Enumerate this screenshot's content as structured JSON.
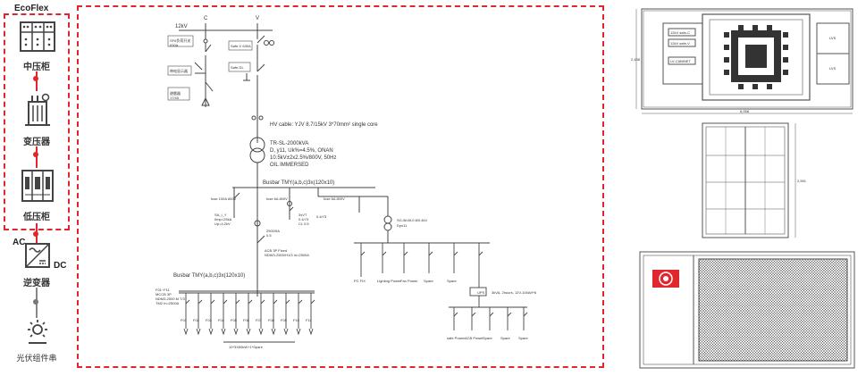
{
  "brand": "EcoFlex",
  "sidebar": {
    "mv_cabinet": "中压柜",
    "transformer": "变压器",
    "lv_cabinet": "低压柜",
    "ac": "AC",
    "dc": "DC",
    "inverter": "逆变器",
    "pv_string": "光伏组件串"
  },
  "diagram": {
    "voltage": "12kV",
    "col_c": "C",
    "col_v": "V",
    "mv_box1": "SF6负荷开关\n630A",
    "mv_box2": "带电显示器",
    "mv_box3": "避雷器\n17/45",
    "safe1": "Safe-V 630A",
    "safe2": "Safe-DL",
    "hv_cable": "HV cable:  YJV 8.7/15kV 3*70mm² single core",
    "tr_line1": "TR-SL-2000kVA",
    "tr_line2": "D, y11, Uk%=4.5%, ONAN",
    "tr_line3": "10.5kV±2x2.5%/800V, 50Hz",
    "tr_line4": "OIL IMMERSED",
    "busbar_top": "Busbar TMY(a,b,c)3x(120x10)",
    "fuse1": "fuse 100A 800V",
    "fuse2": "fuse 6A 800V",
    "fuse3": "fuse 6A 800V",
    "spd": "SA_I_Y\nIImp=25kA\nUp=4.2kV",
    "ct": "2500/5A\n0.5",
    "vt": "3xVT\n0.4/√3\nCL 0.5",
    "vt_ratio": "0.4/√3",
    "aux_tr": "SG-5kVA  0.8/0.4kV",
    "aux_tr2": "Dyn11",
    "acb": "ACB 3P Fixed\nNDW3-2500/H1/3  In=2500A",
    "busbar_bottom": "Busbar TMY(a,b,c)3x(120x10)",
    "feeder_note": "F01~F11\nMCCB 3P\nNDM3-2500 M T/3\nTM2 In=2500A",
    "feeders": [
      "F01",
      "F02",
      "F03",
      "F04",
      "F05",
      "F06",
      "F07",
      "F08",
      "F09",
      "F10",
      "F11"
    ],
    "bottom_note": "10*3X60kW+1*Spare",
    "aux_loads": [
      "PC FIX",
      "Lighting Power",
      "Fan Power",
      "Spare",
      "Spare",
      ""
    ],
    "ups": "UPS",
    "ups_note": "3kVA, 2hours, 12V-100AH*6",
    "ups_loads": [
      "safe Power",
      "ACB Power",
      "Spare",
      "Spare",
      "Spare"
    ]
  },
  "plan": {
    "box1": "12kV safe-C",
    "box2": "12kV safe-V",
    "box3": "LV-CABINET",
    "right1": "LVS",
    "right2": "LVS",
    "dim_w": "6,058",
    "dim_h": "2,438",
    "side_dim": "2,591"
  }
}
